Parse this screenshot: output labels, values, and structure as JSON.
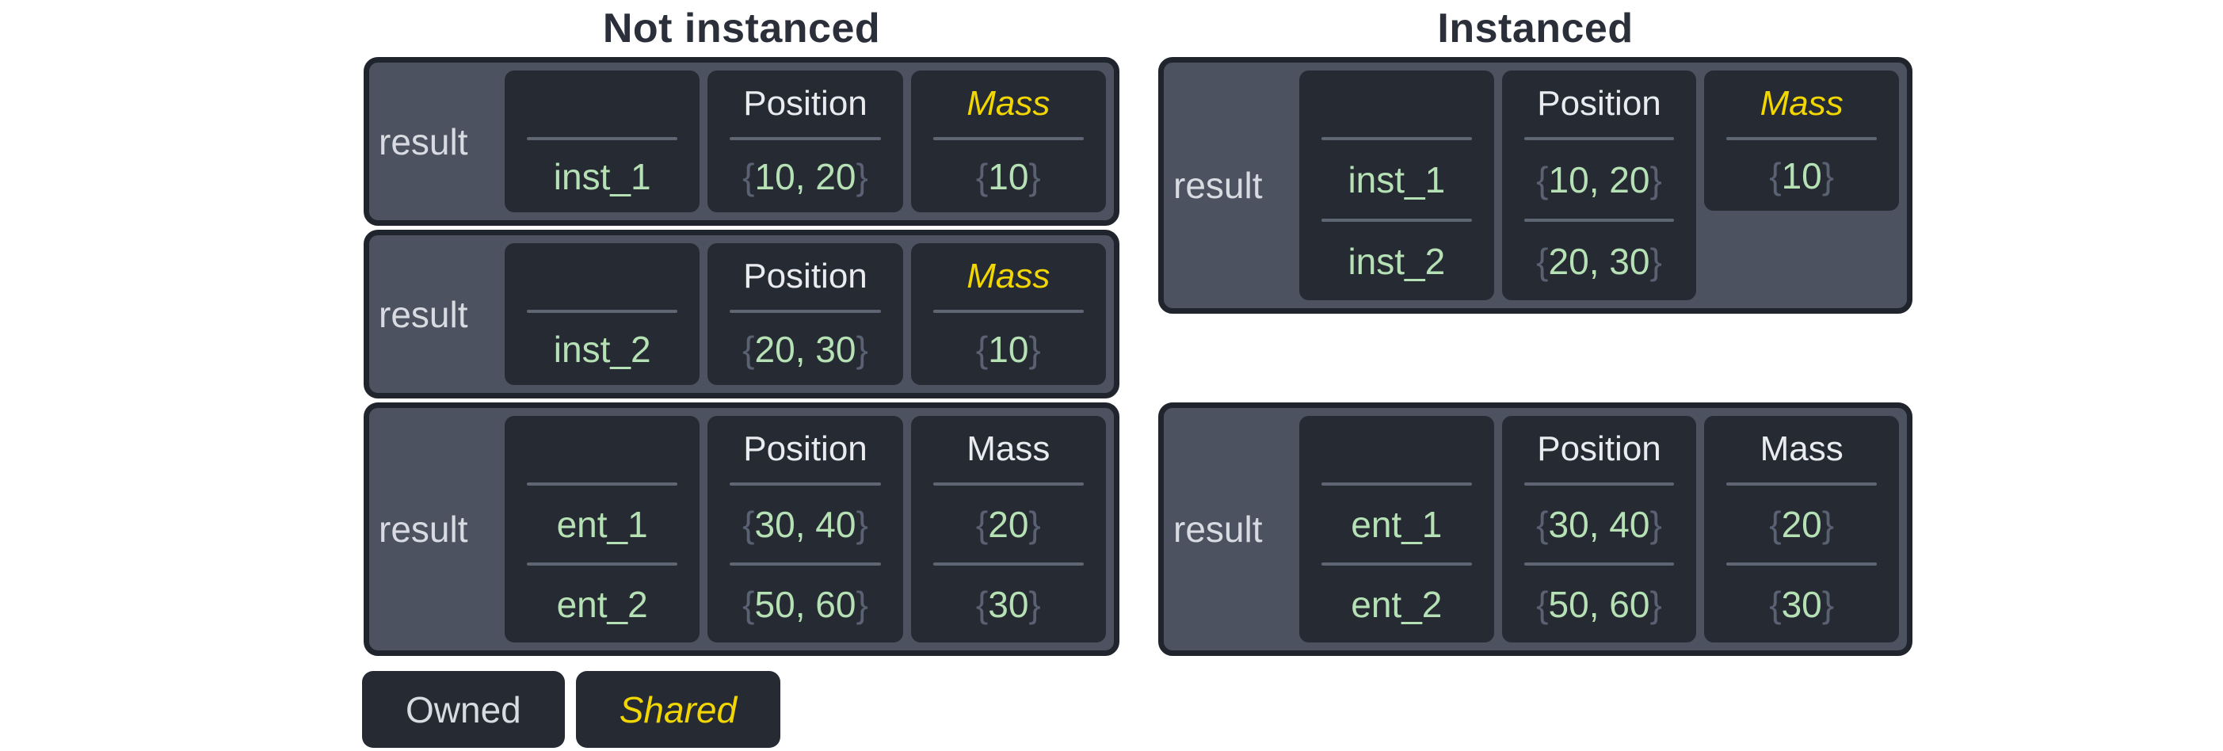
{
  "colors": {
    "page_background": "#ffffff",
    "title_text": "#2a2f3a",
    "container_background": "#4d5260",
    "container_border": "#20242c",
    "cell_background": "#262a33",
    "divider": "#5f6673",
    "header_text": "#e9ebef",
    "result_text": "#d8dbe1",
    "value_green": "#b6e1b5",
    "brace_gray": "#596172",
    "shared_yellow": "#f2d600"
  },
  "sections": [
    {
      "title": "Not instanced",
      "tables": [
        {
          "result_label": "result",
          "columns": [
            {
              "header": "",
              "kind": "entity",
              "shared": false,
              "short": false,
              "values": [
                "inst_1"
              ]
            },
            {
              "header": "Position",
              "kind": "component",
              "shared": false,
              "short": false,
              "values": [
                "{10, 20}"
              ]
            },
            {
              "header": "Mass",
              "kind": "component",
              "shared": true,
              "short": false,
              "values": [
                "{10}"
              ]
            }
          ]
        },
        {
          "result_label": "result",
          "columns": [
            {
              "header": "",
              "kind": "entity",
              "shared": false,
              "short": false,
              "values": [
                "inst_2"
              ]
            },
            {
              "header": "Position",
              "kind": "component",
              "shared": false,
              "short": false,
              "values": [
                "{20, 30}"
              ]
            },
            {
              "header": "Mass",
              "kind": "component",
              "shared": true,
              "short": false,
              "values": [
                "{10}"
              ]
            }
          ]
        },
        {
          "result_label": "result",
          "columns": [
            {
              "header": "",
              "kind": "entity",
              "shared": false,
              "short": false,
              "values": [
                "ent_1",
                "ent_2"
              ]
            },
            {
              "header": "Position",
              "kind": "component",
              "shared": false,
              "short": false,
              "values": [
                "{30, 40}",
                "{50, 60}"
              ]
            },
            {
              "header": "Mass",
              "kind": "component",
              "shared": false,
              "short": false,
              "values": [
                "{20}",
                "{30}"
              ]
            }
          ]
        }
      ]
    },
    {
      "title": "Instanced",
      "tables": [
        {
          "result_label": "result",
          "columns": [
            {
              "header": "",
              "kind": "entity",
              "shared": false,
              "short": false,
              "values": [
                "inst_1",
                "inst_2"
              ]
            },
            {
              "header": "Position",
              "kind": "component",
              "shared": false,
              "short": false,
              "values": [
                "{10, 20}",
                "{20, 30}"
              ]
            },
            {
              "header": "Mass",
              "kind": "component",
              "shared": true,
              "short": true,
              "values": [
                "{10}"
              ]
            }
          ]
        },
        {
          "result_label": "result",
          "columns": [
            {
              "header": "",
              "kind": "entity",
              "shared": false,
              "short": false,
              "values": [
                "ent_1",
                "ent_2"
              ]
            },
            {
              "header": "Position",
              "kind": "component",
              "shared": false,
              "short": false,
              "values": [
                "{30, 40}",
                "{50, 60}"
              ]
            },
            {
              "header": "Mass",
              "kind": "component",
              "shared": false,
              "short": false,
              "values": [
                "{20}",
                "{30}"
              ]
            }
          ]
        }
      ]
    }
  ],
  "legend": {
    "items": [
      {
        "label": "Owned",
        "style": "owned"
      },
      {
        "label": "Shared",
        "style": "shared"
      }
    ]
  }
}
